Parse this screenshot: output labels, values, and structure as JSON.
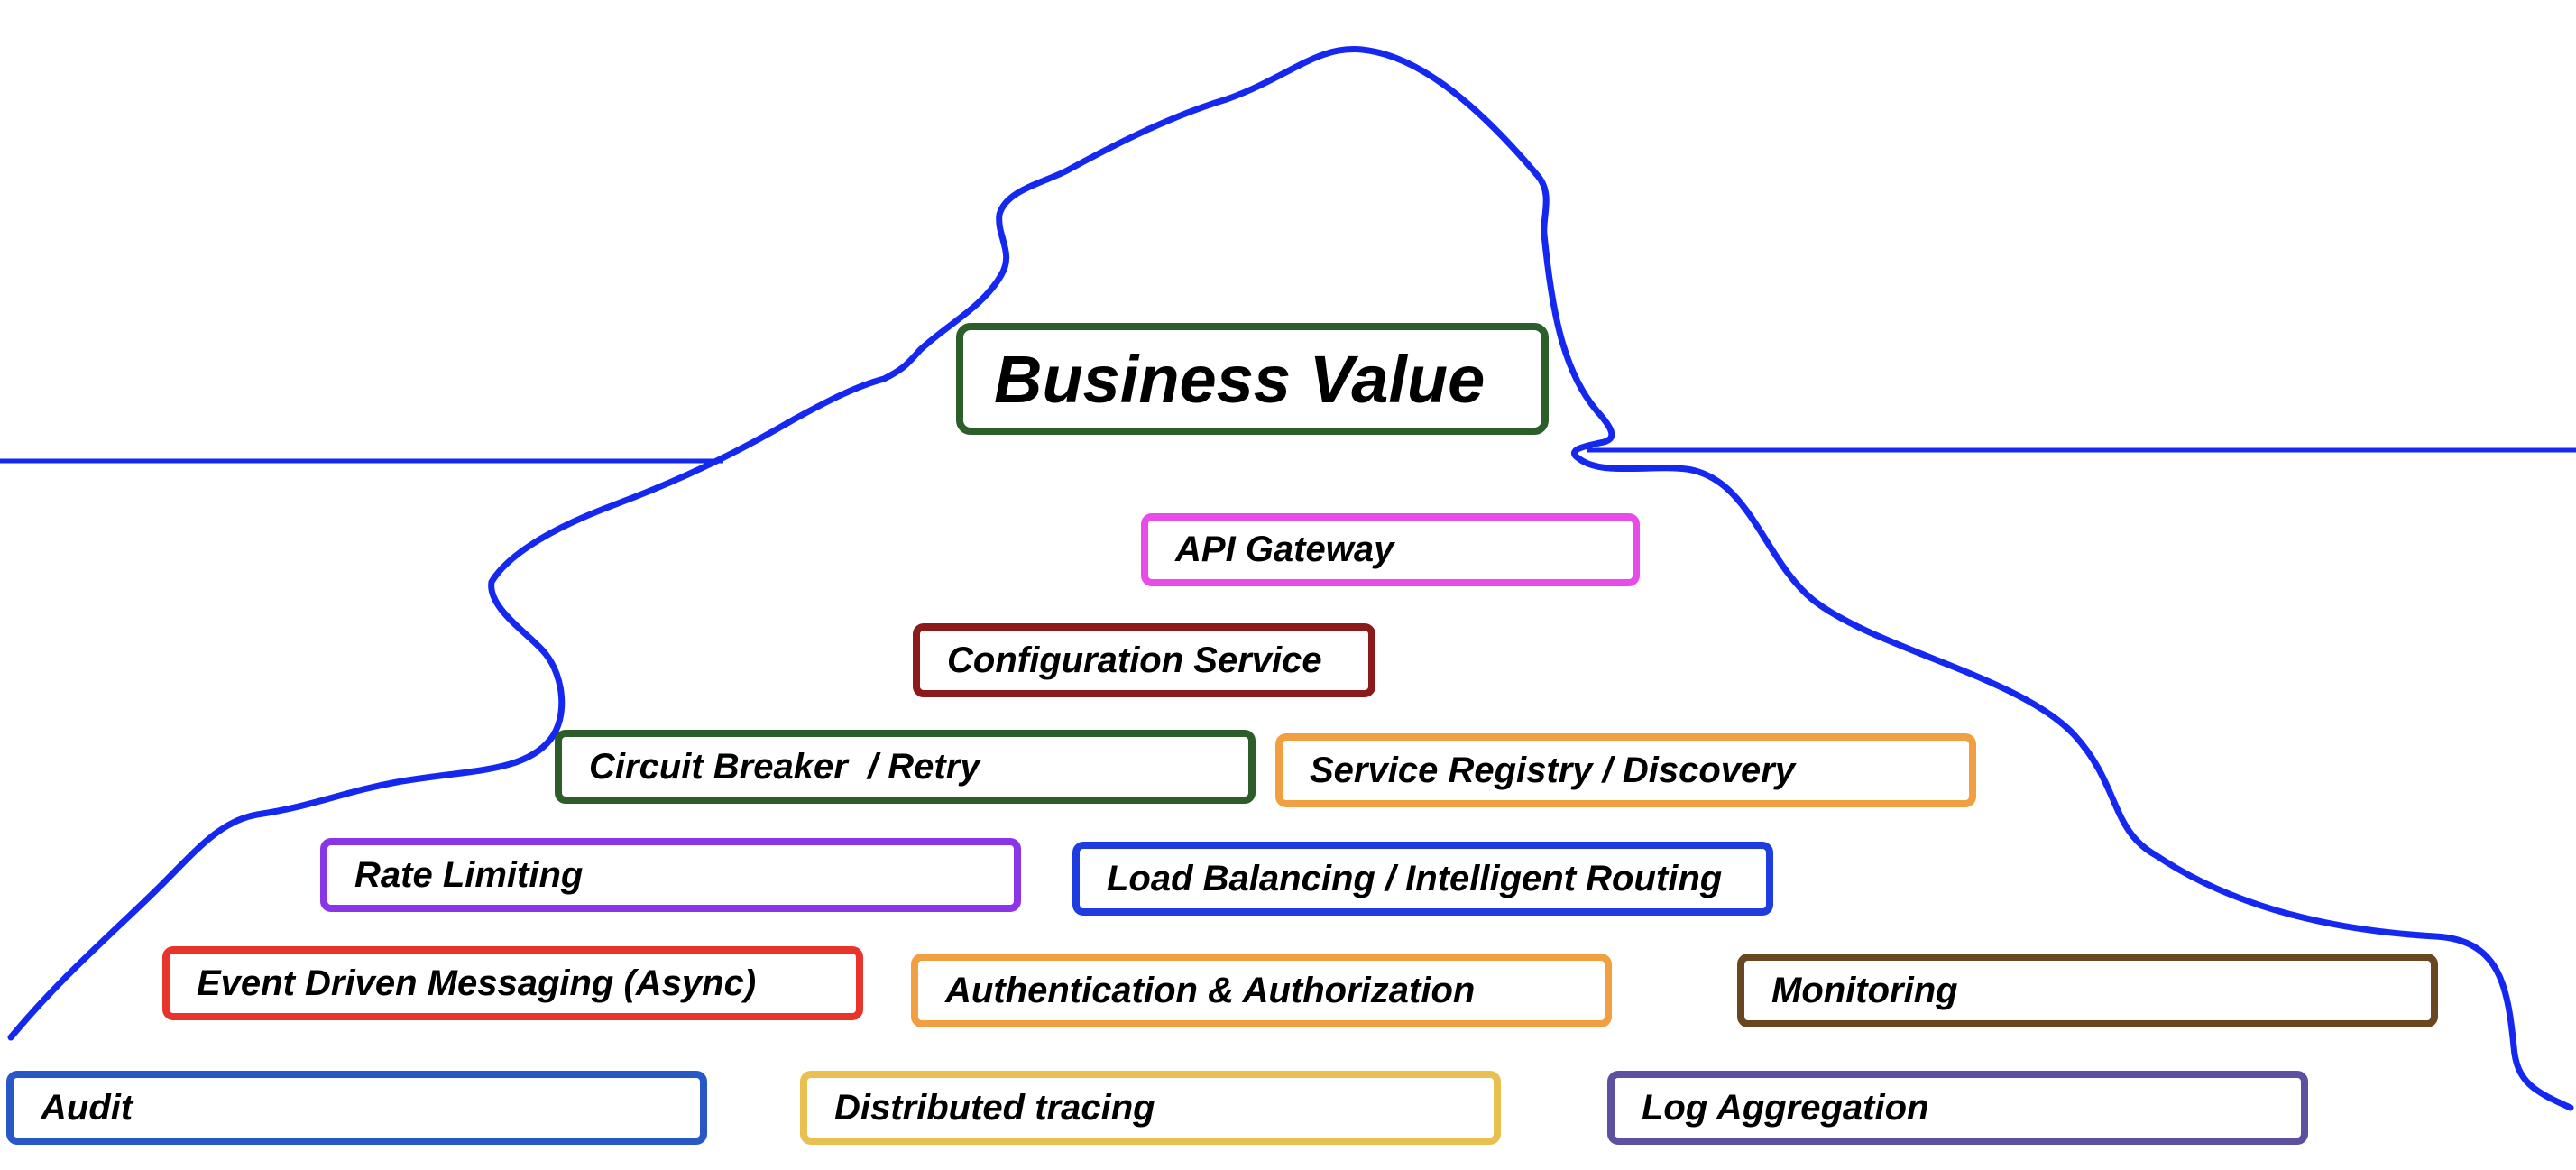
{
  "diagram": {
    "colors": {
      "outline": "#1428f0",
      "text": "#000000"
    },
    "top": {
      "business_value": "Business Value"
    },
    "items": {
      "api_gateway": "API Gateway",
      "configuration_service": "Configuration Service",
      "circuit_breaker": "Circuit Breaker  / Retry",
      "service_registry": "Service Registry / Discovery",
      "rate_limiting": "Rate Limiting",
      "load_balancing": "Load Balancing / Intelligent Routing",
      "event_messaging": "Event Driven Messaging (Async)",
      "authentication": "Authentication & Authorization",
      "monitoring": "Monitoring",
      "audit": "Audit",
      "distributed_tracing": "Distributed tracing",
      "log_aggregation": "Log Aggregation"
    }
  }
}
